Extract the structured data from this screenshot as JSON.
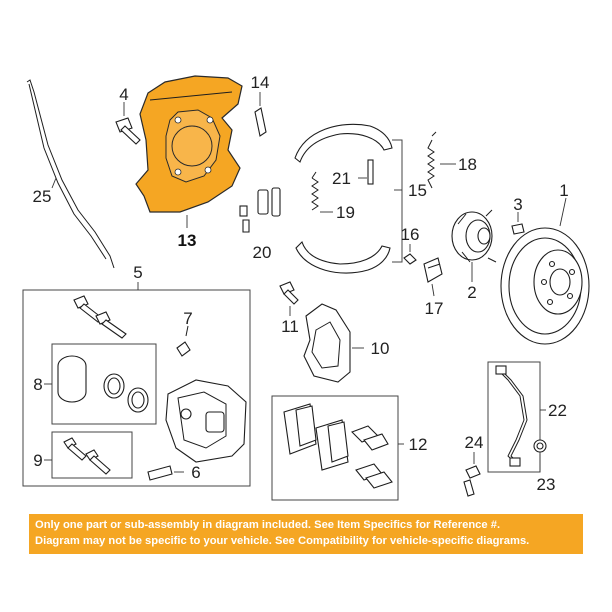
{
  "diagram": {
    "callouts": {
      "c1": "1",
      "c2": "2",
      "c3": "3",
      "c4": "4",
      "c5": "5",
      "c6": "6",
      "c7": "7",
      "c8": "8",
      "c9": "9",
      "c10": "10",
      "c11": "11",
      "c12": "12",
      "c13": "13",
      "c14": "14",
      "c15": "15",
      "c16": "16",
      "c17": "17",
      "c18": "18",
      "c19": "19",
      "c20": "20",
      "c21": "21",
      "c22": "22",
      "c23": "23",
      "c24": "24",
      "c25": "25"
    },
    "highlight_color": "#f5a623"
  },
  "disclaimer": {
    "line1": "Only one part or sub-assembly in diagram included. See Item Specifics for Reference #.",
    "line2": "Diagram may not be specific to your vehicle. See Compatibility for vehicle-specific diagrams."
  }
}
